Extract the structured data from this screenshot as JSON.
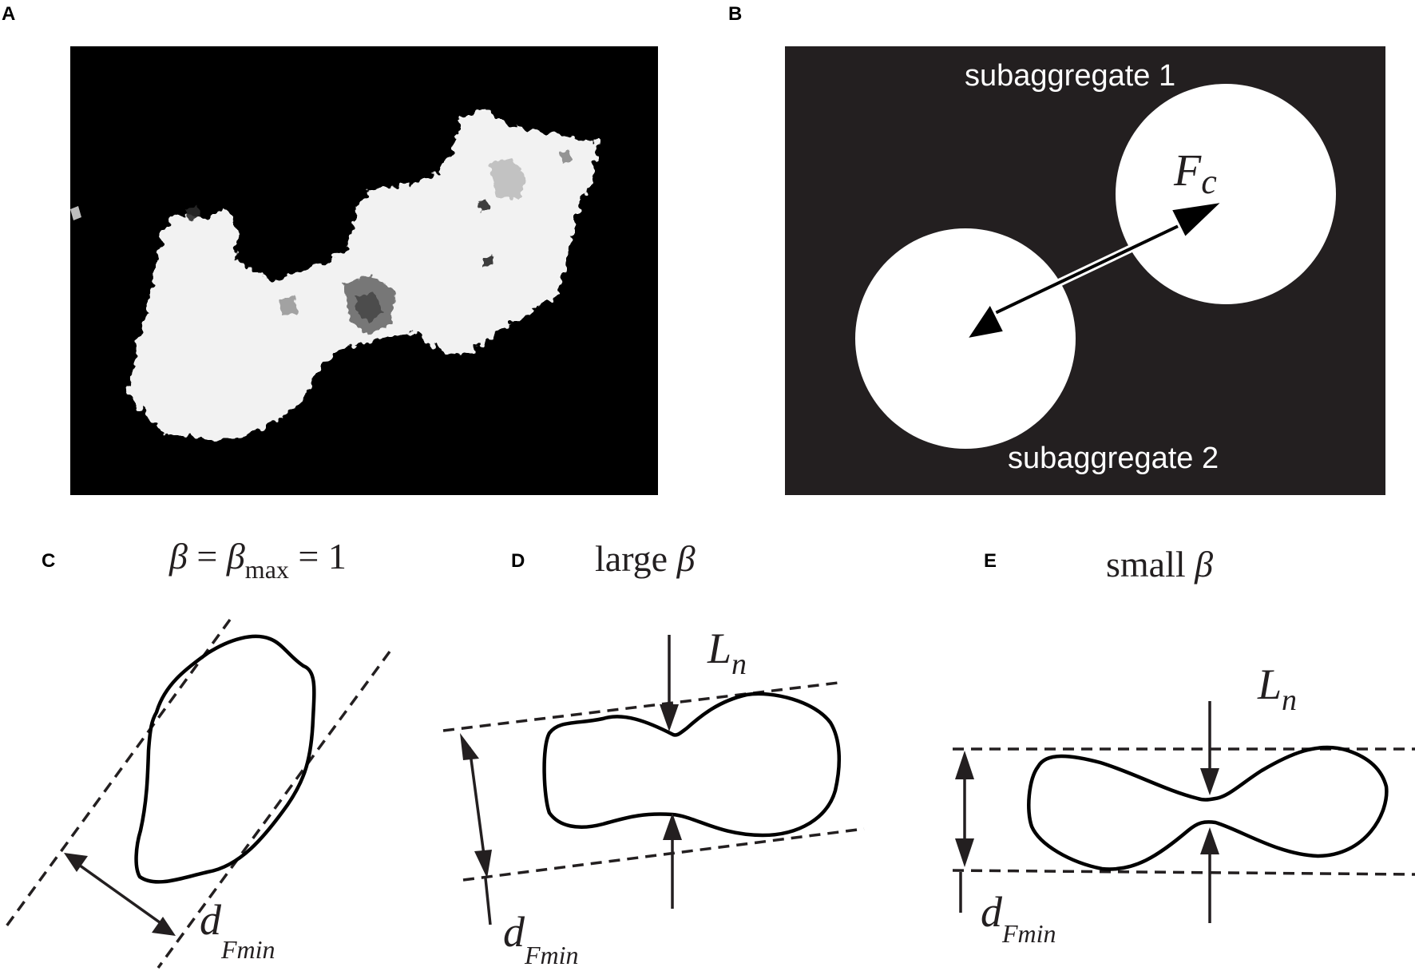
{
  "panels": {
    "a": {
      "letter": "A"
    },
    "b": {
      "letter": "B",
      "label_top": "subaggregate 1",
      "label_bottom": "subaggregate 2",
      "force_symbol": "F",
      "force_subscript": "c"
    },
    "c": {
      "letter": "C",
      "title_beta": "β",
      "title_eq1": " = ",
      "title_beta2": "β",
      "title_sub": "max",
      "title_eq2": " = 1",
      "dim_symbol": "d",
      "dim_subscript": "Fmin"
    },
    "d": {
      "letter": "D",
      "title_word": "large ",
      "title_beta": "β",
      "neck_symbol": "L",
      "neck_subscript": "n",
      "dim_symbol": "d",
      "dim_subscript": "Fmin"
    },
    "e": {
      "letter": "E",
      "title_word": "small ",
      "title_beta": "β",
      "neck_symbol": "L",
      "neck_subscript": "n",
      "dim_symbol": "d",
      "dim_subscript": "Fmin"
    }
  },
  "colors": {
    "image_background": "#000000",
    "panel_b_background": "#231f20",
    "particle": "#ffffff",
    "ink": "#231f20"
  }
}
